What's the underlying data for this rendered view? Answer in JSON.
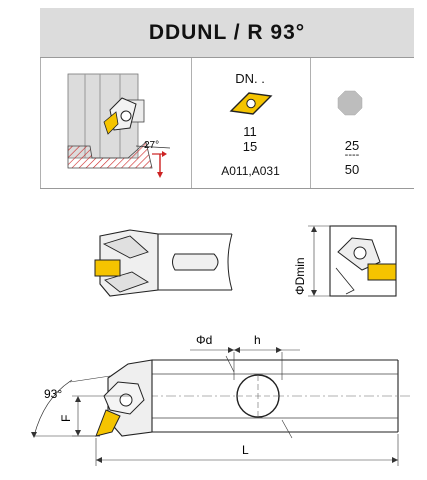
{
  "header": {
    "title": "DDUNL / R 93°"
  },
  "insert": {
    "code": "DN. .",
    "size_a": "11",
    "size_b": "15",
    "grade": "A011,A031"
  },
  "shank": {
    "top": "25",
    "dashes": "----",
    "bottom": "50"
  },
  "schematic": {
    "angle": "27°"
  },
  "side_view": {
    "dmin_label": "ΦDmin"
  },
  "dimensions": {
    "diameter": "Φd",
    "h": "h",
    "approach_angle": "93°",
    "f": "F",
    "length": "L"
  },
  "colors": {
    "insert": "#f5c400",
    "header_bg": "#dcdcdc",
    "hatch": "#cc2222"
  }
}
